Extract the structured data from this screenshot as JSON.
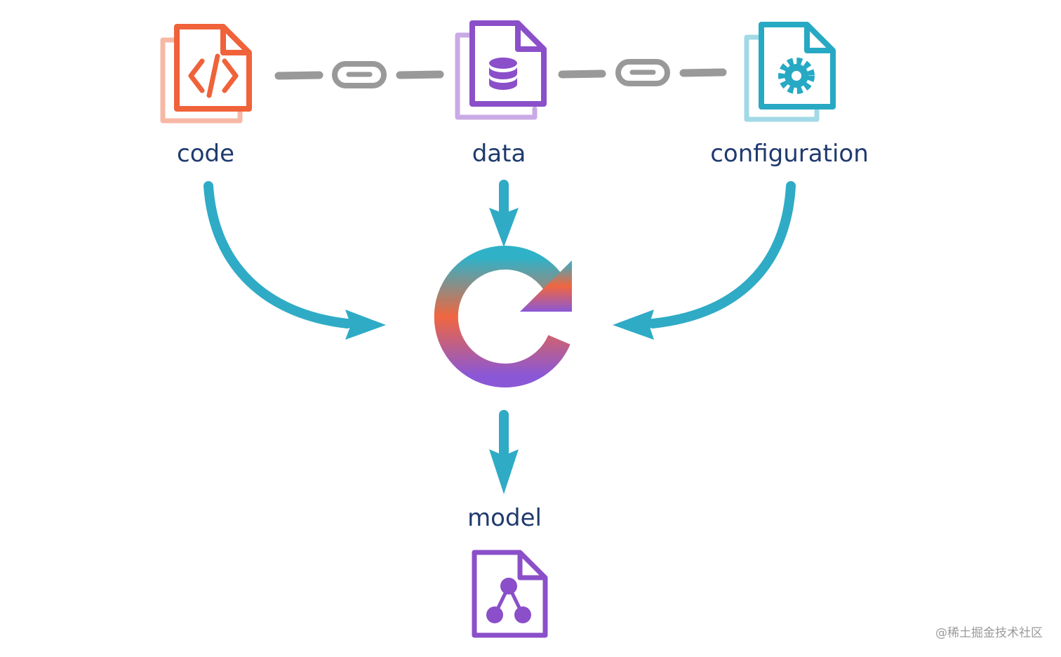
{
  "nodes": {
    "code": {
      "label": "code",
      "icon": "code-file-icon",
      "color": "#f0623a",
      "back_color": "#f7b8a5"
    },
    "data": {
      "label": "data",
      "icon": "database-file-icon",
      "color": "#8b4fc9",
      "back_color": "#c9aae6"
    },
    "configuration": {
      "label": "configuration",
      "icon": "gear-file-icon",
      "color": "#27a9c4",
      "back_color": "#a2d9e6"
    },
    "model": {
      "label": "model",
      "icon": "model-file-icon",
      "color": "#8b4fc9"
    }
  },
  "process": {
    "icon": "refresh-icon",
    "gradient": [
      "#2fb2c8",
      "#f0663f",
      "#8a58d6"
    ]
  },
  "link_icon": "link-icon",
  "link_color": "#999999",
  "arrow_color": "#2fabc6",
  "watermark": "@稀土掘金技术社区"
}
